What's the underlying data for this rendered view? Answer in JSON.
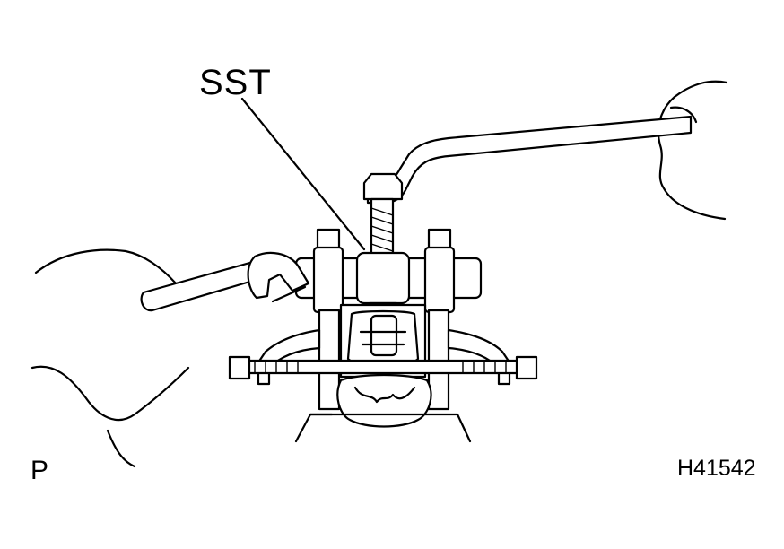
{
  "labels": {
    "sst": "SST",
    "corner": "P",
    "figure_id": "H41542"
  },
  "colors": {
    "line": "#000000",
    "background": "#ffffff"
  }
}
